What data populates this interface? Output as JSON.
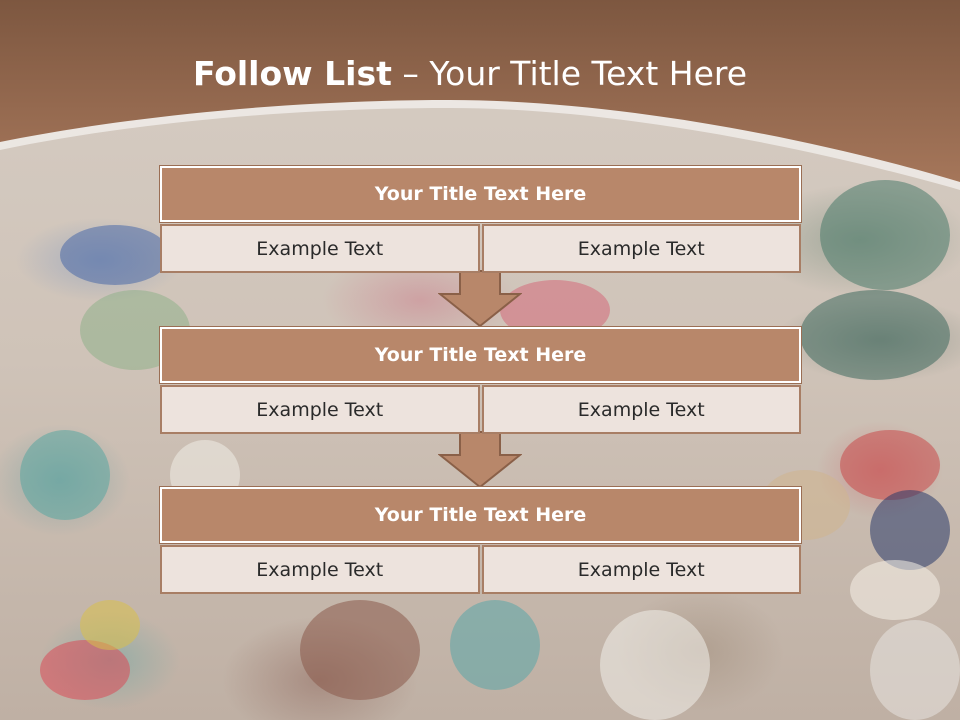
{
  "slide": {
    "title_bold": "Follow List",
    "title_rest": " – Your Title Text Here"
  },
  "colors": {
    "header": "#9c6e52",
    "block_title": "#b8876a",
    "cell": "#ede3dd",
    "arrow": "#b8876a"
  },
  "blocks": [
    {
      "title": "Your Title Text Here",
      "left": "Example Text",
      "right": "Example Text"
    },
    {
      "title": "Your Title Text Here",
      "left": "Example Text",
      "right": "Example Text"
    },
    {
      "title": "Your Title Text Here",
      "left": "Example Text",
      "right": "Example Text"
    }
  ]
}
